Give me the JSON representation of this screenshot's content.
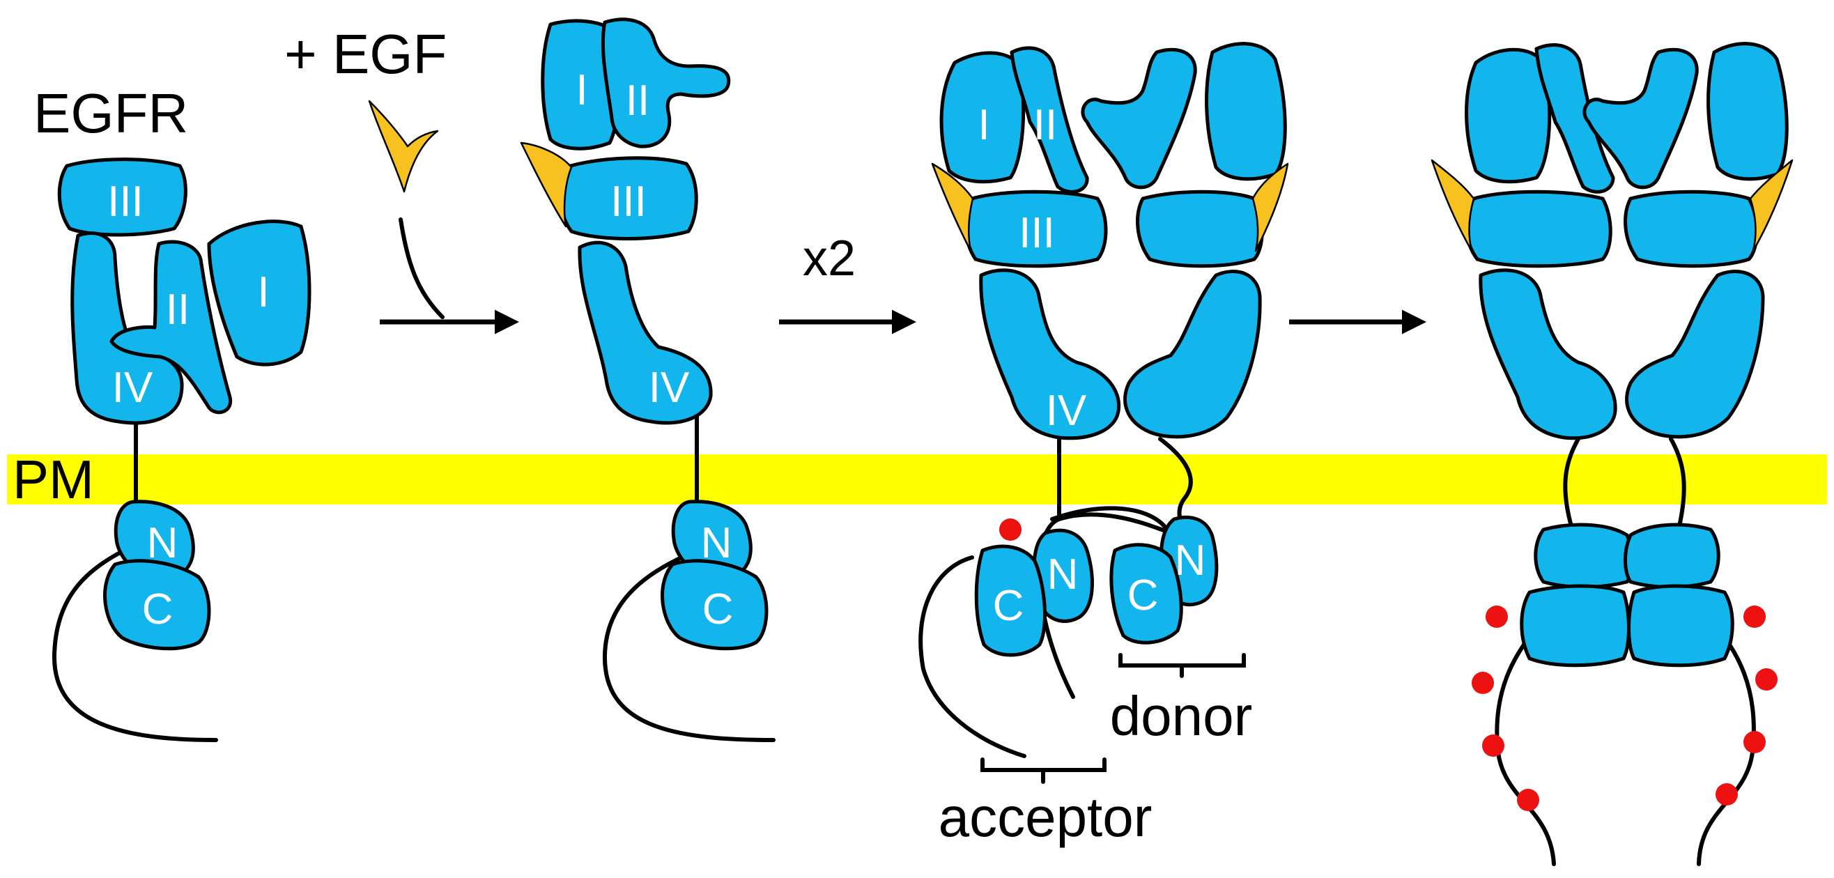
{
  "colors": {
    "domain_fill": "#12b5ec",
    "egf_fill": "#f7c21f",
    "membrane_fill": "#ffff00",
    "phospho_dot": "#ee1111",
    "arrow": "#000000"
  },
  "labels": {
    "egfr": "EGFR",
    "plus_egf": "+ EGF",
    "times_two": "x2",
    "membrane": "PM",
    "domain_I": "I",
    "domain_II": "II",
    "domain_III": "III",
    "domain_IV": "IV",
    "kinase_N": "N",
    "kinase_C": "C",
    "acceptor": "acceptor",
    "donor": "donor"
  },
  "stages": [
    {
      "id": "inactive-monomer"
    },
    {
      "id": "egf-bound-monomer"
    },
    {
      "id": "asymmetric-dimer"
    },
    {
      "id": "phosphorylated-dimer"
    }
  ],
  "arrows": [
    {
      "id": "egf-binding-arrow",
      "from": "inactive-monomer",
      "to": "egf-bound-monomer"
    },
    {
      "id": "dimerization-arrow",
      "from": "egf-bound-monomer",
      "to": "asymmetric-dimer"
    },
    {
      "id": "activation-arrow",
      "from": "asymmetric-dimer",
      "to": "phosphorylated-dimer"
    }
  ]
}
